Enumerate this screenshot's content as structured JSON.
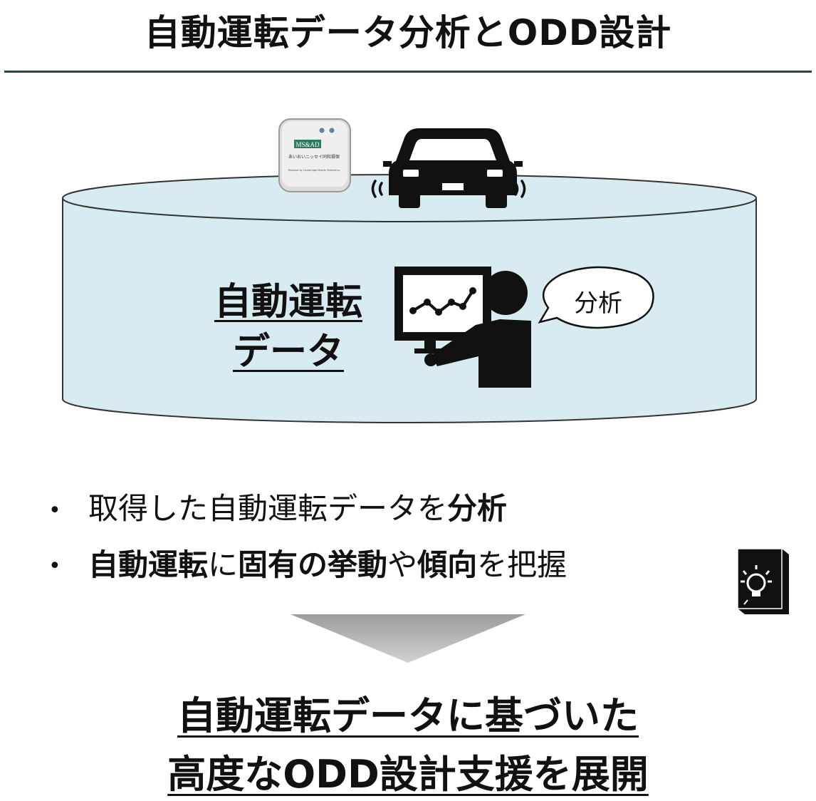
{
  "title": "自動運転データ分析とODD設計",
  "device": {
    "brand": "MS&AD",
    "line1": "あいおいニッセイ同和損保",
    "line2": "Powered by Cambridge Mobile Telematics"
  },
  "cylinder": {
    "label_line1": "自動運転",
    "label_line2": "データ"
  },
  "speech_bubble": "分析",
  "bullets": [
    {
      "plain_a": "取得した自動運転データを",
      "bold_a": "分析",
      "plain_b": "",
      "bold_b": "",
      "plain_c": "",
      "bold_c": "",
      "plain_d": ""
    },
    {
      "plain_a": "",
      "bold_a": "自動運転",
      "plain_b": "に",
      "bold_b": "固有の挙動",
      "plain_c": "や",
      "bold_c": "傾向",
      "plain_d": "を把握"
    }
  ],
  "bullet_symbol": "•",
  "conclusion": {
    "line1": "自動運転データに基づいた",
    "line2": "高度なODD設計支援を展開"
  },
  "colors": {
    "title_rule": "#1d4a44",
    "cylinder_fill": "#d8ebf0",
    "arrow_gray": "#b8b8b8"
  },
  "icons": [
    "car-icon",
    "telematics-device-icon",
    "analyst-presenting-icon",
    "speech-bubble-icon",
    "lightbulb-book-icon",
    "down-arrow-icon"
  ]
}
